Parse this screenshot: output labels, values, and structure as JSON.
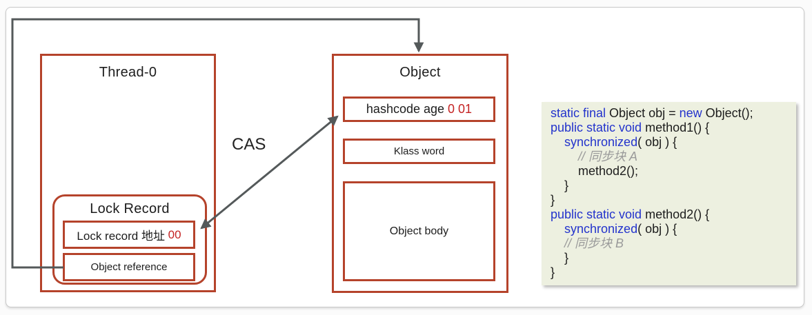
{
  "colors": {
    "box_border_red": "#b5432b",
    "highlight_red_text": "#c42222",
    "arrow_gray": "#54595a",
    "code_background": "#edf0e0",
    "code_keyword_blue": "#2333cc",
    "code_comment_gray": "#9a9a9a",
    "card_border_gray": "#c8c8c8"
  },
  "diagram": {
    "thread_box": {
      "label": "Thread-0"
    },
    "lock_record_box": {
      "label": "Lock Record",
      "address_row": {
        "label": "Lock record 地址 ",
        "value": "00"
      },
      "reference_row": {
        "label": "Object reference"
      }
    },
    "object_box": {
      "label": "Object",
      "hashcode_row": {
        "label": "hashcode age ",
        "value": "0 01"
      },
      "klass_row": {
        "label": "Klass word"
      },
      "body_row": {
        "label": "Object body"
      }
    },
    "cas_label": "CAS"
  },
  "code": {
    "lines": [
      [
        {
          "t": "static final",
          "c": "kw"
        },
        {
          "t": " Object obj = ",
          "c": "pl"
        },
        {
          "t": "new",
          "c": "kw"
        },
        {
          "t": " Object();",
          "c": "pl"
        }
      ],
      [
        {
          "t": "public static void",
          "c": "kw"
        },
        {
          "t": " method1() {",
          "c": "pl"
        }
      ],
      [
        {
          "t": "    ",
          "c": "pl"
        },
        {
          "t": "synchronized",
          "c": "kw"
        },
        {
          "t": "( obj ) {",
          "c": "pl"
        }
      ],
      [
        {
          "t": "        ",
          "c": "pl"
        },
        {
          "t": "// 同步块 A",
          "c": "cm"
        }
      ],
      [
        {
          "t": "        method2();",
          "c": "pl"
        }
      ],
      [
        {
          "t": "    }",
          "c": "pl"
        }
      ],
      [
        {
          "t": "}",
          "c": "pl"
        }
      ],
      [
        {
          "t": "public static void",
          "c": "kw"
        },
        {
          "t": " method2() {",
          "c": "pl"
        }
      ],
      [
        {
          "t": "    ",
          "c": "pl"
        },
        {
          "t": "synchronized",
          "c": "kw"
        },
        {
          "t": "( obj ) {",
          "c": "pl"
        }
      ],
      [
        {
          "t": "    ",
          "c": "pl"
        },
        {
          "t": "// 同步块 B",
          "c": "cm"
        }
      ],
      [
        {
          "t": "    }",
          "c": "pl"
        }
      ],
      [
        {
          "t": "}",
          "c": "pl"
        }
      ]
    ]
  }
}
